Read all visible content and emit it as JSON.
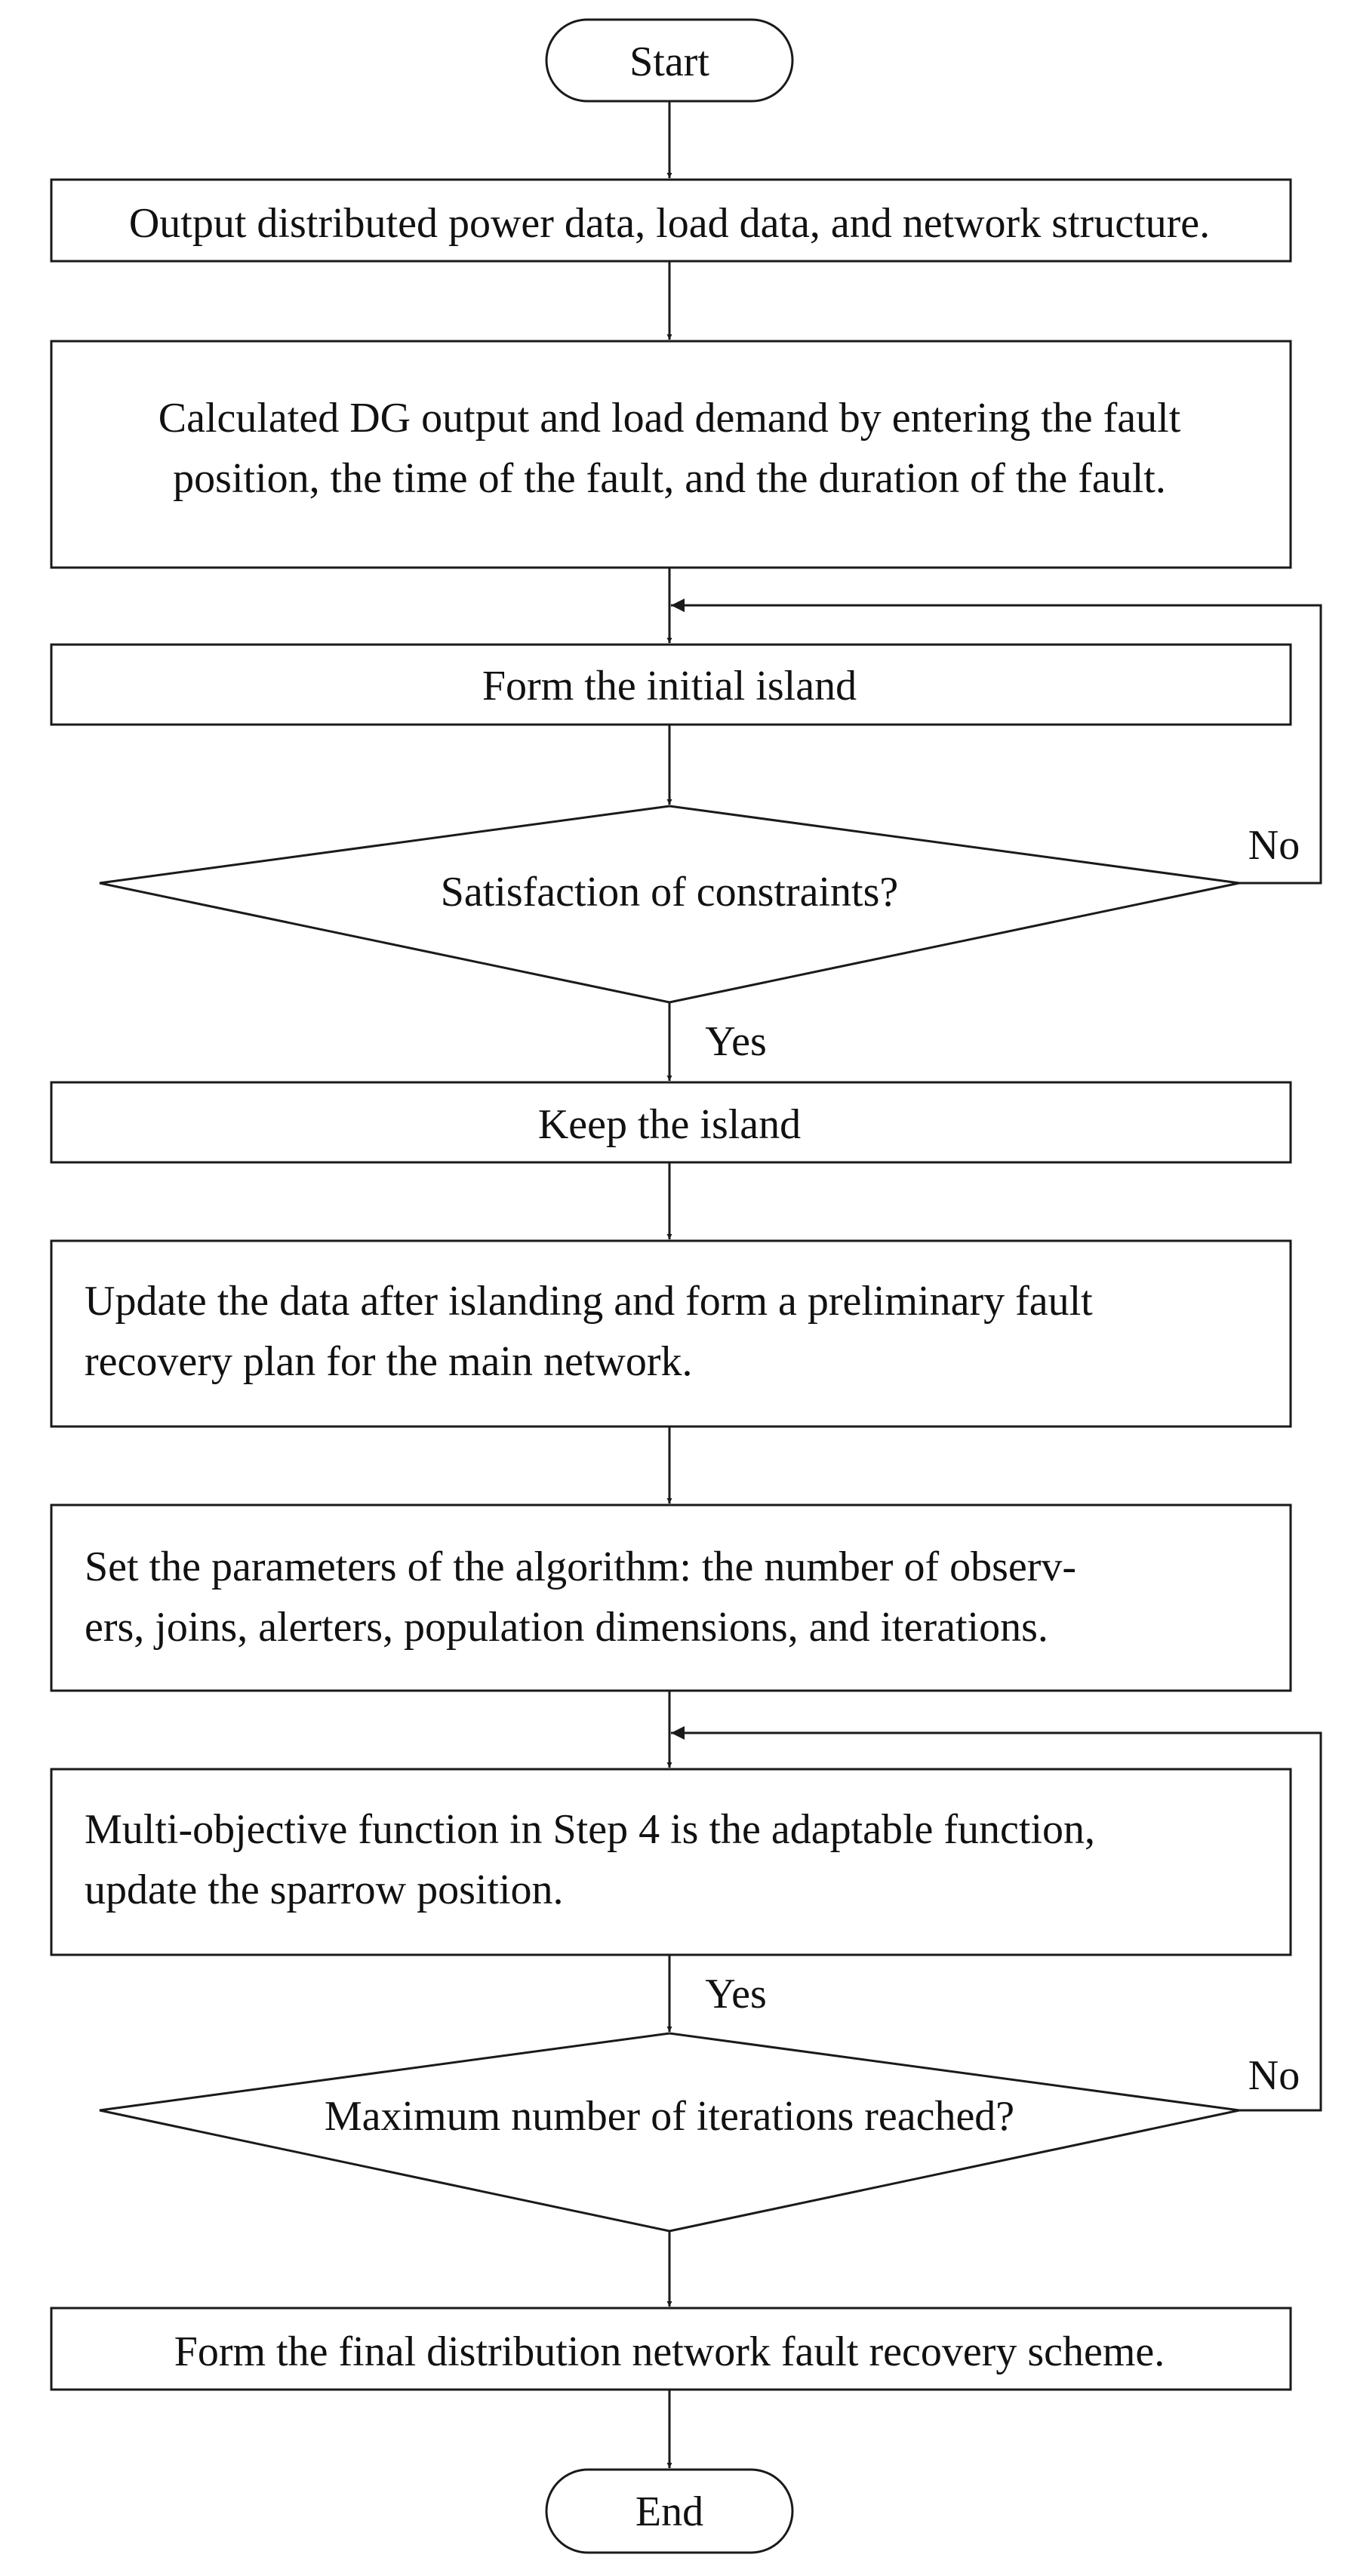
{
  "diagram": {
    "start": "Start",
    "output_data": "Output distributed power data, load data, and network structure.",
    "calc_line1": "Calculated DG output and load demand by entering the fault",
    "calc_line2": "position, the time of the fault, and the duration of the fault.",
    "form_island": "Form the initial island",
    "constraints_question": "Satisfaction of constraints?",
    "no_label_1": "No",
    "yes_label_1": "Yes",
    "keep_island": "Keep the island",
    "update_line1": "Update the data after islanding and form a preliminary fault",
    "update_line2": "recovery plan for the main network.",
    "params_line1": "Set the parameters of the algorithm: the number of observ-",
    "params_line2": "ers, joins, alerters, population dimensions, and iterations.",
    "multi_line1": "Multi-objective function in Step 4 is the adaptable function,",
    "multi_line2": "update the sparrow position.",
    "yes_label_2": "Yes",
    "iterations_question": "Maximum number of iterations reached?",
    "no_label_2": "No",
    "final_scheme": "Form the final distribution network fault recovery scheme.",
    "end": "End"
  }
}
